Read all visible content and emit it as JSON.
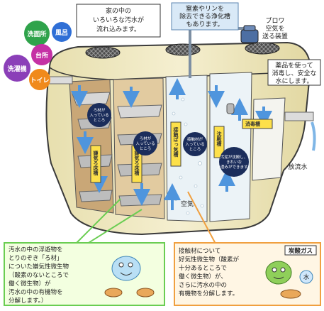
{
  "sources": {
    "bath": "風呂",
    "washroom": "洗面所",
    "kitchen": "台所",
    "washer": "洗濯機",
    "toilet": "トイレ"
  },
  "callouts": {
    "inflow": [
      "家の中の",
      "いろいろな汚水が",
      "流れ込みます。"
    ],
    "nitrogen": [
      "窒素やリンを",
      "除去できる浄化槽",
      "もあります。"
    ],
    "blower": [
      "ブロワ",
      "空気を",
      "送る装置"
    ],
    "disinfect": [
      "薬品を使って",
      "消毒し、安全な",
      "水にします。"
    ],
    "outflow": "放流水",
    "air": "空気"
  },
  "tanks": {
    "t1": "嫌気ろ床槽",
    "t2": "嫌気ろ床槽",
    "t3": "接触ばっ気槽",
    "t4": "沈殿槽",
    "t5": "消毒槽"
  },
  "circles": {
    "c1": [
      "ろ材が",
      "入っている",
      "ところ"
    ],
    "c2": [
      "ろ材が",
      "入っている",
      "ところ"
    ],
    "c3": [
      "接触材が",
      "入っている",
      "ところ"
    ],
    "c4": [
      "汚泥が沈殿し、",
      "きれいな",
      "上澄みができます。"
    ]
  },
  "boxes": {
    "anaerobic": [
      "汚水の中の浮遊物を",
      "とりのぞき「ろ材」",
      "についた嫌気性微生物",
      "（酸素のないところで",
      "働く微生物）が",
      "汚水の中の有機物を",
      "分解します。）"
    ],
    "aerobic": [
      "接触材について",
      "好気性微生物（酸素が",
      "十分あるところで",
      "働く微生物）が、",
      "さらに汚水の中の",
      "有機物を分解します。"
    ],
    "gas": "炭酸ガス",
    "water": "水"
  },
  "colors": {
    "tank_fill": "#f2ebc4",
    "green_box": "#f3ffe0",
    "orange_box": "#fff6e4",
    "source_blue": "#2f6fd6",
    "source_purple": "#8b3fb8",
    "source_green": "#2fa34b",
    "source_magenta": "#c531a5",
    "source_orange": "#f08a1c"
  }
}
